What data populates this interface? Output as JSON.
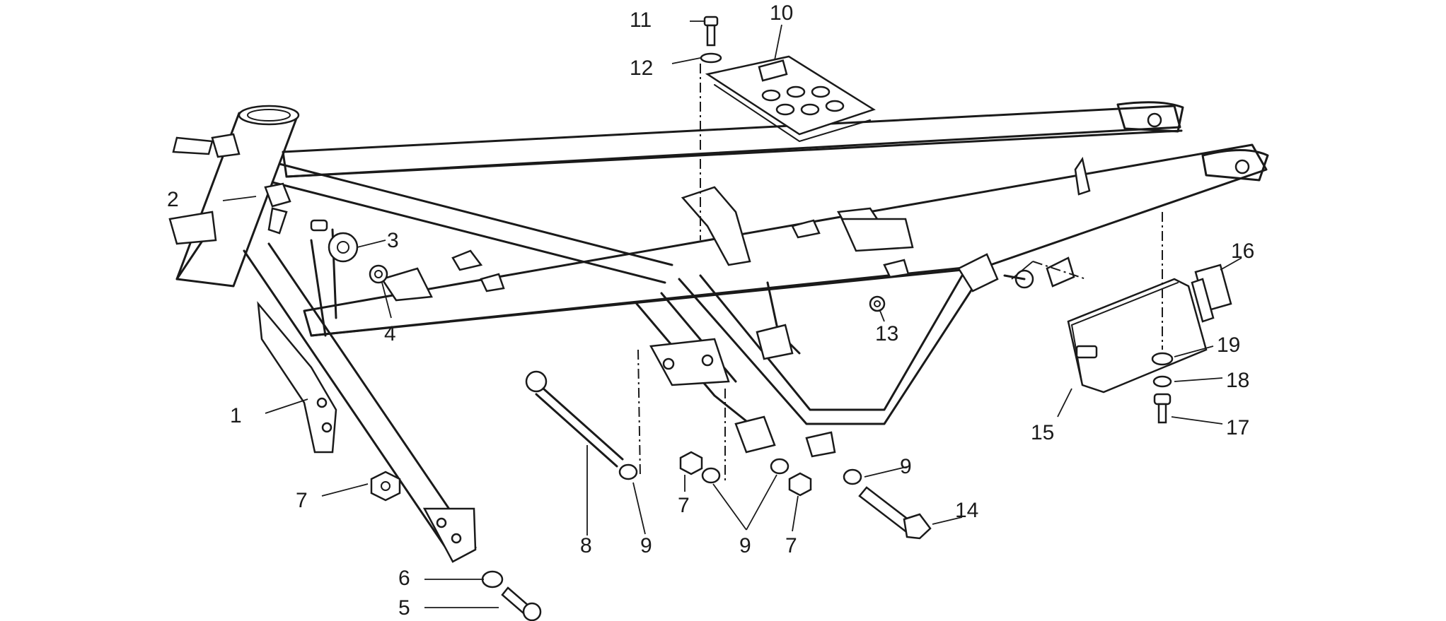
{
  "callouts": {
    "c1": "1",
    "c2": "2",
    "c3": "3",
    "c4": "4",
    "c5": "5",
    "c6": "6",
    "c7a": "7",
    "c7b": "7",
    "c7c": "7",
    "c8": "8",
    "c9a": "9",
    "c9b": "9",
    "c9c": "9",
    "c10": "10",
    "c11": "11",
    "c12": "12",
    "c13": "13",
    "c14": "14",
    "c15": "15",
    "c16": "16",
    "c17": "17",
    "c18": "18",
    "c19": "19"
  }
}
